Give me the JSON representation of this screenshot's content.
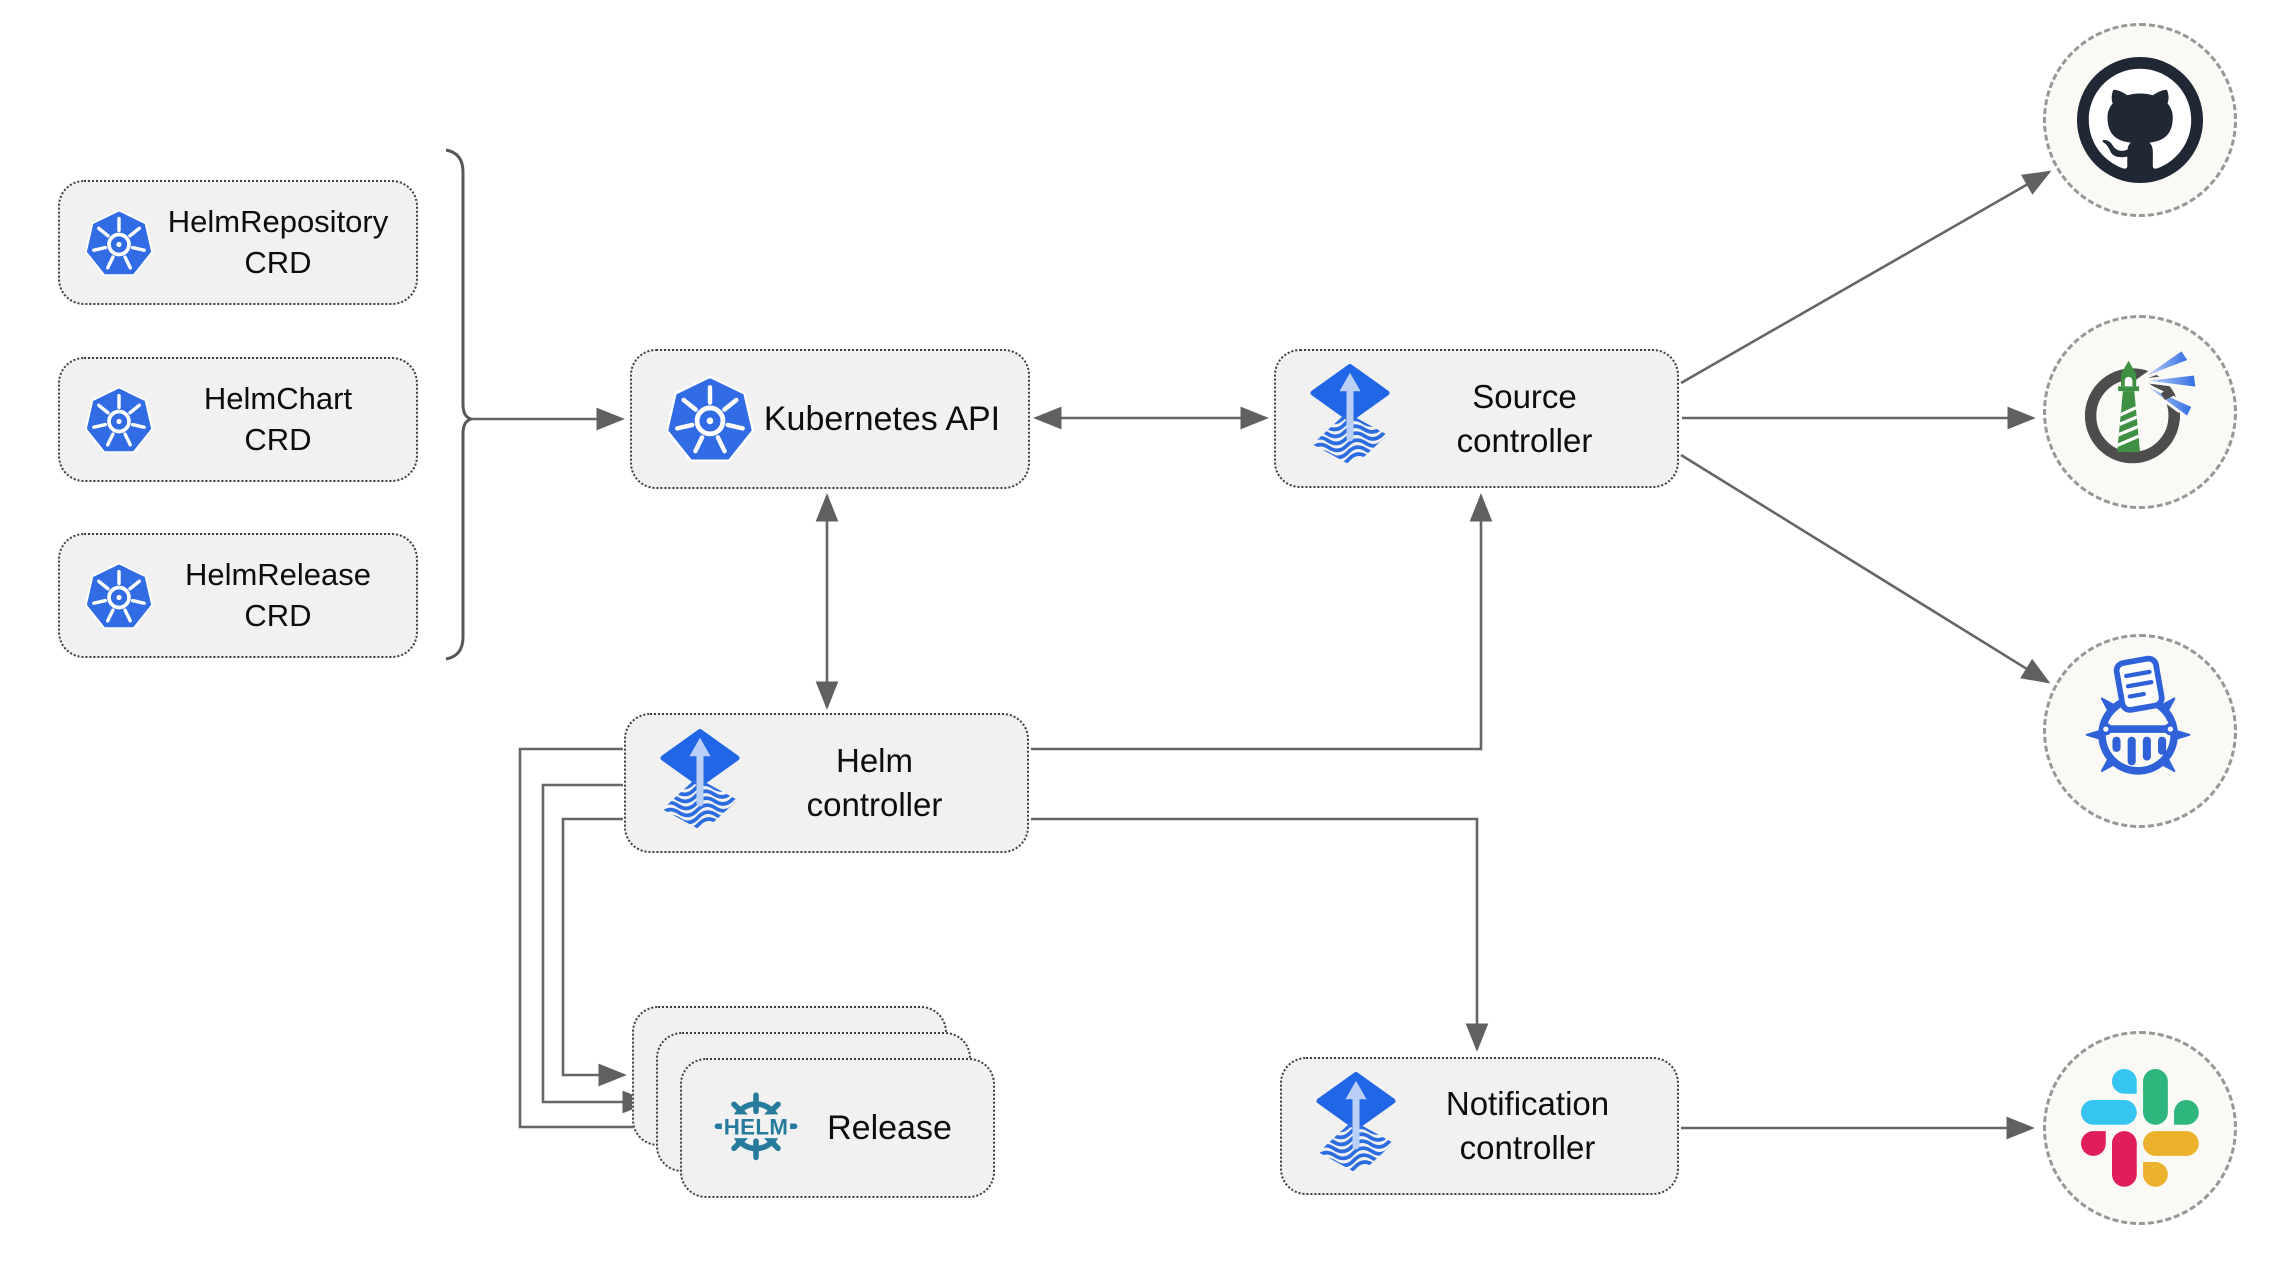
{
  "crd_boxes": [
    {
      "label": "HelmRepository\nCRD"
    },
    {
      "label": "HelmChart\nCRD"
    },
    {
      "label": "HelmRelease\nCRD"
    }
  ],
  "nodes": {
    "kubernetes_api": {
      "label": "Kubernetes API"
    },
    "source_controller": {
      "label": "Source\ncontroller"
    },
    "helm_controller": {
      "label": "Helm\ncontroller"
    },
    "notification_controller": {
      "label": "Notification\ncontroller"
    },
    "release": {
      "label": "Release",
      "helm_logo_text": "HELM"
    }
  },
  "externals": [
    {
      "id": "github",
      "icon": "github-icon"
    },
    {
      "id": "harbor-registry",
      "icon": "harbor-lighthouse-icon"
    },
    {
      "id": "chartmuseum",
      "icon": "chartmuseum-icon"
    },
    {
      "id": "slack",
      "icon": "slack-icon"
    }
  ],
  "colors": {
    "box_fill": "#f1f1f1",
    "box_border": "#3f3f3f",
    "connector": "#666666",
    "kubernetes_blue": "#326ce5",
    "flux_blue": "#2166e6",
    "flux_arrow_light": "#b9cff5",
    "helm_teal": "#267b9d",
    "github_dark": "#202836",
    "harbor_ring_gray": "#4d4d4d",
    "harbor_green": "#3e9142",
    "chartmuseum_blue": "#2f62d8",
    "slack_blue": "#36c5f0",
    "slack_green": "#2eb67d",
    "slack_red": "#e01e5a",
    "slack_yellow": "#ecb22e",
    "circle_fill": "#faf9f6",
    "circle_border": "#979797"
  }
}
